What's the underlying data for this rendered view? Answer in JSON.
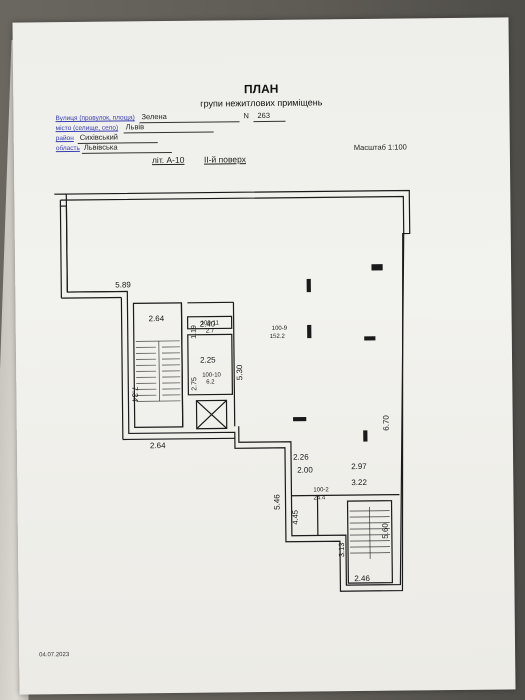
{
  "header": {
    "title": "ПЛАН",
    "subtitle": "групи нежитлових приміщень"
  },
  "address": {
    "street_label": "Вулиця (провулок, площа)",
    "street_value": "Зелена",
    "number_label": "N",
    "number_value": "263",
    "city_label": "місто (селище, село)",
    "city_value": "Львів",
    "district_label": "район",
    "district_value": "Сихівський",
    "region_label": "область",
    "region_value": "Львівська"
  },
  "scale": "Масштаб 1:100",
  "lit_label": "літ. А-10",
  "floor_label": "ІІ-й поверх",
  "plan": {
    "dims": {
      "d589": "5.89",
      "d264_top": "2.64",
      "d240": "2.40",
      "d119": "1.19",
      "d225": "2.25",
      "d734": "7.34",
      "d275": "2.75",
      "d530": "5.30",
      "d670": "6.70",
      "d264_bottom": "2.64",
      "d226": "2.26",
      "d200": "2.00",
      "d297": "2.97",
      "d322": "3.22",
      "d546": "5.46",
      "d445": "4.45",
      "d560": "5.60",
      "d313": "3.13",
      "d246": "2.46"
    },
    "rooms": [
      {
        "id": "100-11",
        "area": "2.7"
      },
      {
        "id": "100-10",
        "area": "6.2"
      },
      {
        "id": "100-9",
        "area": "152.2"
      },
      {
        "id": "100-2",
        "area": "24.4"
      }
    ]
  },
  "date": "04.07.2023",
  "colors": {
    "ink": "#1a1a1a",
    "label_blue": "#3a3fb0",
    "paper": "#f0f0ec"
  }
}
